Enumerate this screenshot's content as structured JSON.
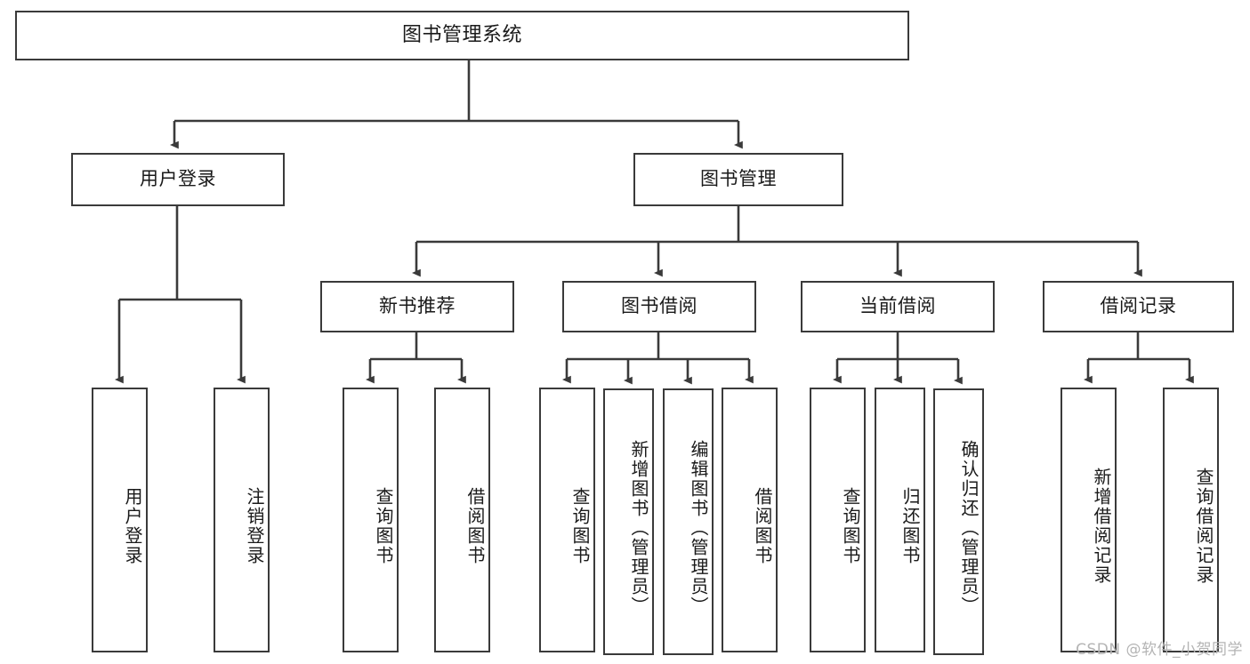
{
  "diagram": {
    "type": "tree",
    "title": "图书管理系统",
    "root": {
      "label": "图书管理系统"
    },
    "level1": [
      {
        "label": "用户登录"
      },
      {
        "label": "图书管理"
      }
    ],
    "level2": [
      {
        "label": "新书推荐"
      },
      {
        "label": "图书借阅"
      },
      {
        "label": "当前借阅"
      },
      {
        "label": "借阅记录"
      }
    ],
    "leaves": {
      "user_login": [
        {
          "label": "用户登录"
        },
        {
          "label": "注销登录"
        }
      ],
      "new_book_recommend": [
        {
          "label": "查询图书"
        },
        {
          "label": "借阅图书"
        }
      ],
      "book_borrow": [
        {
          "label": "查询图书"
        },
        {
          "label": "新增图书（管理员）"
        },
        {
          "label": "编辑图书（管理员）"
        },
        {
          "label": "借阅图书"
        }
      ],
      "current_borrow": [
        {
          "label": "查询图书"
        },
        {
          "label": "归还图书"
        },
        {
          "label": "确认归还（管理员）"
        }
      ],
      "borrow_record": [
        {
          "label": "新增借阅记录"
        },
        {
          "label": "查询借阅记录"
        }
      ]
    },
    "colors": {
      "line": "#3a3a3a",
      "box_border": "#3a3a3a",
      "box_fill": "#ffffff",
      "text": "#1a1a1a",
      "background": "#ffffff",
      "watermark": "#b4b4b4"
    }
  },
  "watermark": {
    "text": "CSDN @软件_小贺同学"
  }
}
